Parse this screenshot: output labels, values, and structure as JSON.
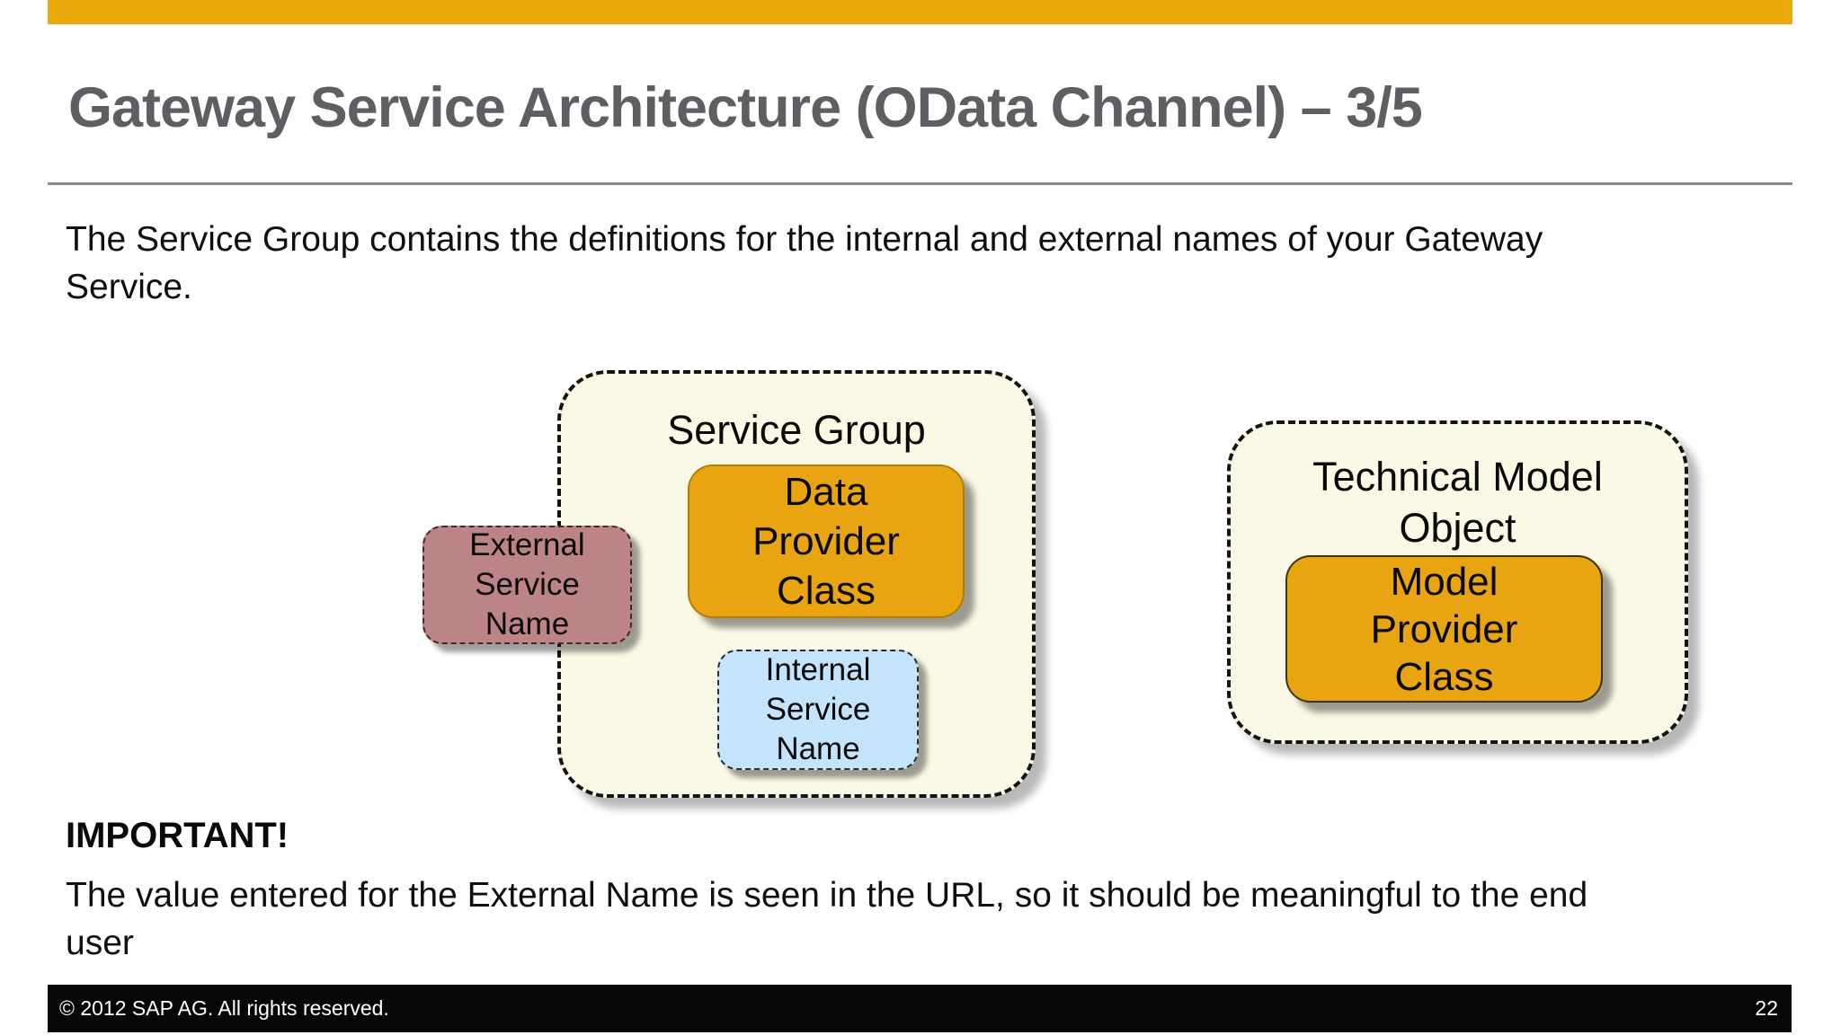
{
  "slide": {
    "title": "Gateway Service Architecture (OData Channel) – 3/5",
    "intro": "The Service Group contains the definitions for the internal and external names of your Gateway\nService.",
    "important_heading": "IMPORTANT!",
    "important_text": "The value entered for the External Name is seen in the URL, so it should be meaningful to the end\nuser"
  },
  "diagram": {
    "service_group": {
      "label": "Service Group",
      "data_provider_class": "Data\nProvider\nClass",
      "internal_service_name": "Internal\nService\nName"
    },
    "external_service_name": "External\nService\nName",
    "technical_model_object": {
      "label": "Technical Model\nObject",
      "model_provider_class": "Model\nProvider\nClass"
    }
  },
  "footer": {
    "copyright": "© 2012 SAP AG. All rights reserved.",
    "page": "22"
  },
  "colors": {
    "accent": "#EBAA0C",
    "cream": "#FAF9E6",
    "box-orange": "#E9A511",
    "box-blue": "#C3E4FA",
    "box-mauve": "#BC8487"
  }
}
